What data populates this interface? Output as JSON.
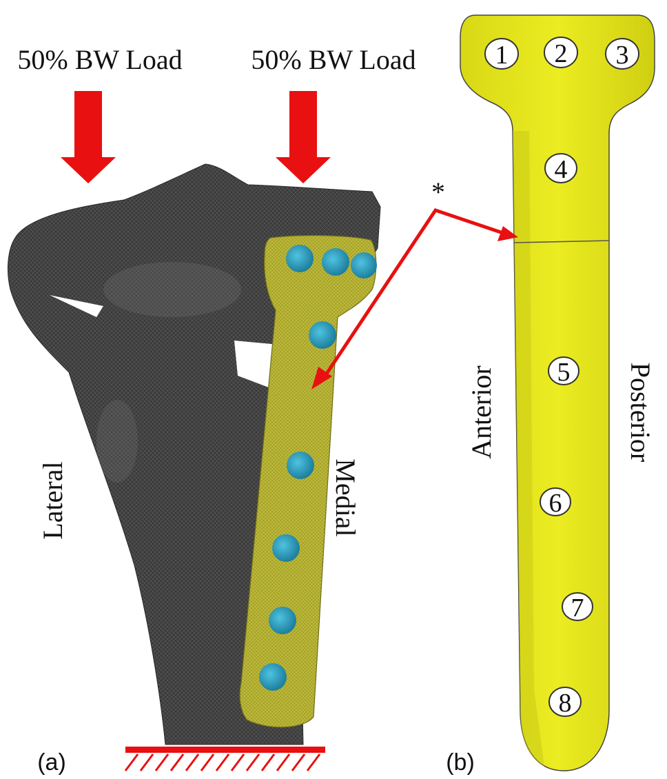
{
  "panel_a": {
    "label": "(a)",
    "load_left": "50% BW Load",
    "load_right": "50% BW Load",
    "side_lateral": "Lateral",
    "side_medial": "Medial"
  },
  "panel_b": {
    "label": "(b)",
    "side_anterior": "Anterior",
    "side_posterior": "Posterior",
    "holes": [
      "1",
      "2",
      "3",
      "4",
      "5",
      "6",
      "7",
      "8"
    ]
  },
  "marker": "*",
  "colors": {
    "arrow": "#e81010",
    "bone": "#3a3a3a",
    "plate": "#e6e619",
    "plate_mesh": "#a9a52c",
    "screw": "#2a9fc0"
  }
}
